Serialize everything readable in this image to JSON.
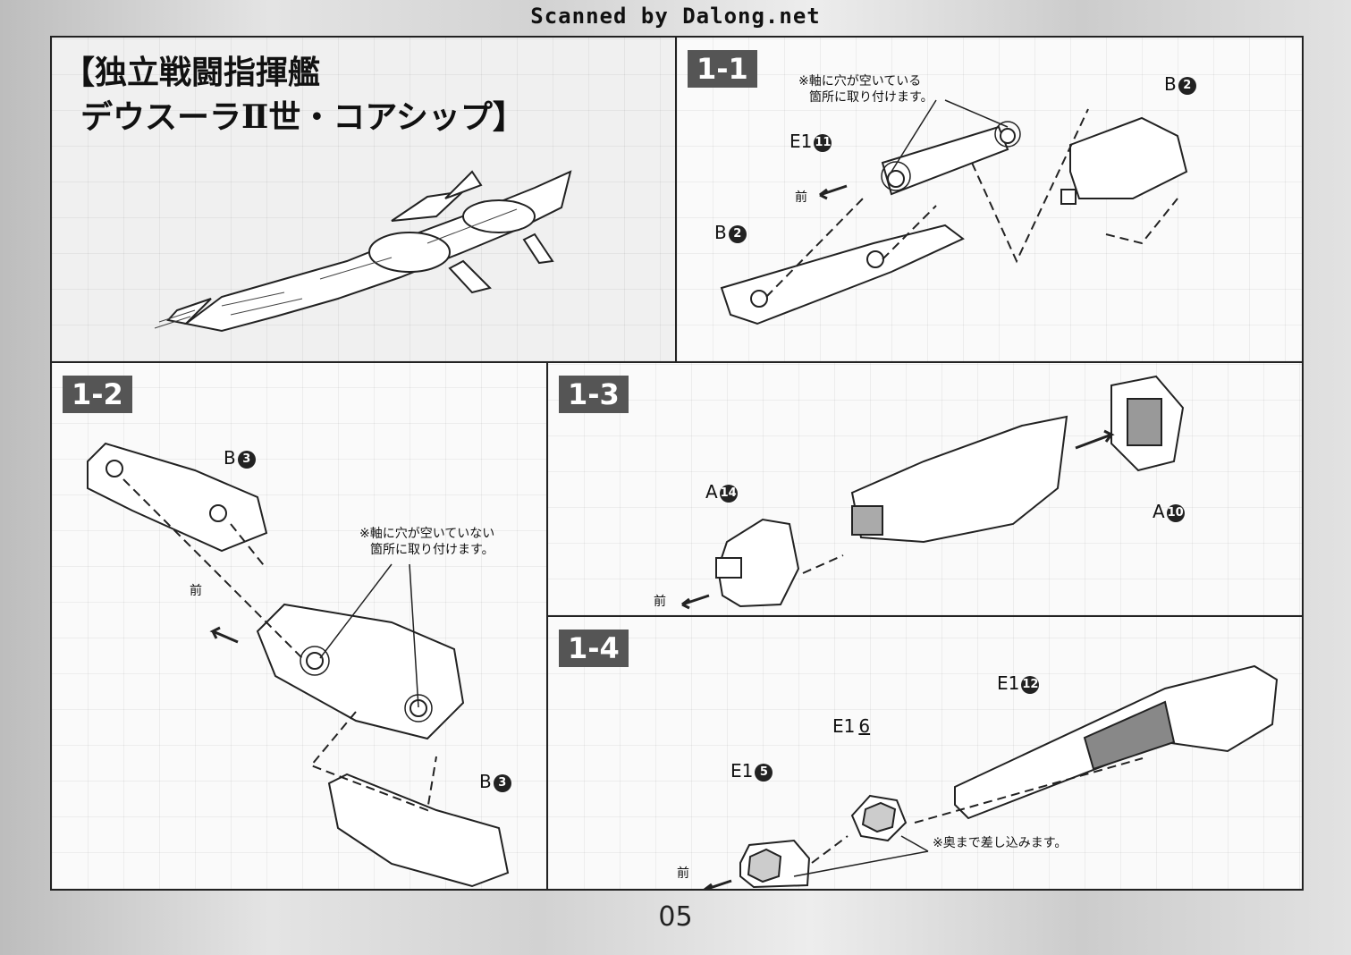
{
  "watermark": "Scanned by Dalong.net",
  "title": {
    "line1": "【独立戦闘指揮艦",
    "line2": "デウスーラⅡ世・コアシップ】"
  },
  "steps": {
    "s11": {
      "number": "1-1",
      "note": [
        "※軸に穴が空いている",
        "箇所に取り付けます。"
      ],
      "labels": [
        {
          "part": "B",
          "num": "2"
        },
        {
          "part": "E1",
          "num": "11"
        },
        {
          "part": "B",
          "num": "2"
        }
      ],
      "front": "前"
    },
    "s12": {
      "number": "1-2",
      "note": [
        "※軸に穴が空いていない",
        "箇所に取り付けます。"
      ],
      "labels": [
        {
          "part": "B",
          "num": "3"
        },
        {
          "part": "B",
          "num": "3"
        }
      ],
      "front": "前"
    },
    "s13": {
      "number": "1-3",
      "labels": [
        {
          "part": "A",
          "num": "14"
        },
        {
          "part": "A",
          "num": "10"
        }
      ],
      "front": "前"
    },
    "s14": {
      "number": "1-4",
      "note": "※奥まで差し込みます。",
      "labels": [
        {
          "part": "E1",
          "num": "12"
        },
        {
          "part": "E1",
          "num": "6"
        },
        {
          "part": "E1",
          "num": "5"
        }
      ],
      "front": "前"
    }
  },
  "page_number": "05"
}
